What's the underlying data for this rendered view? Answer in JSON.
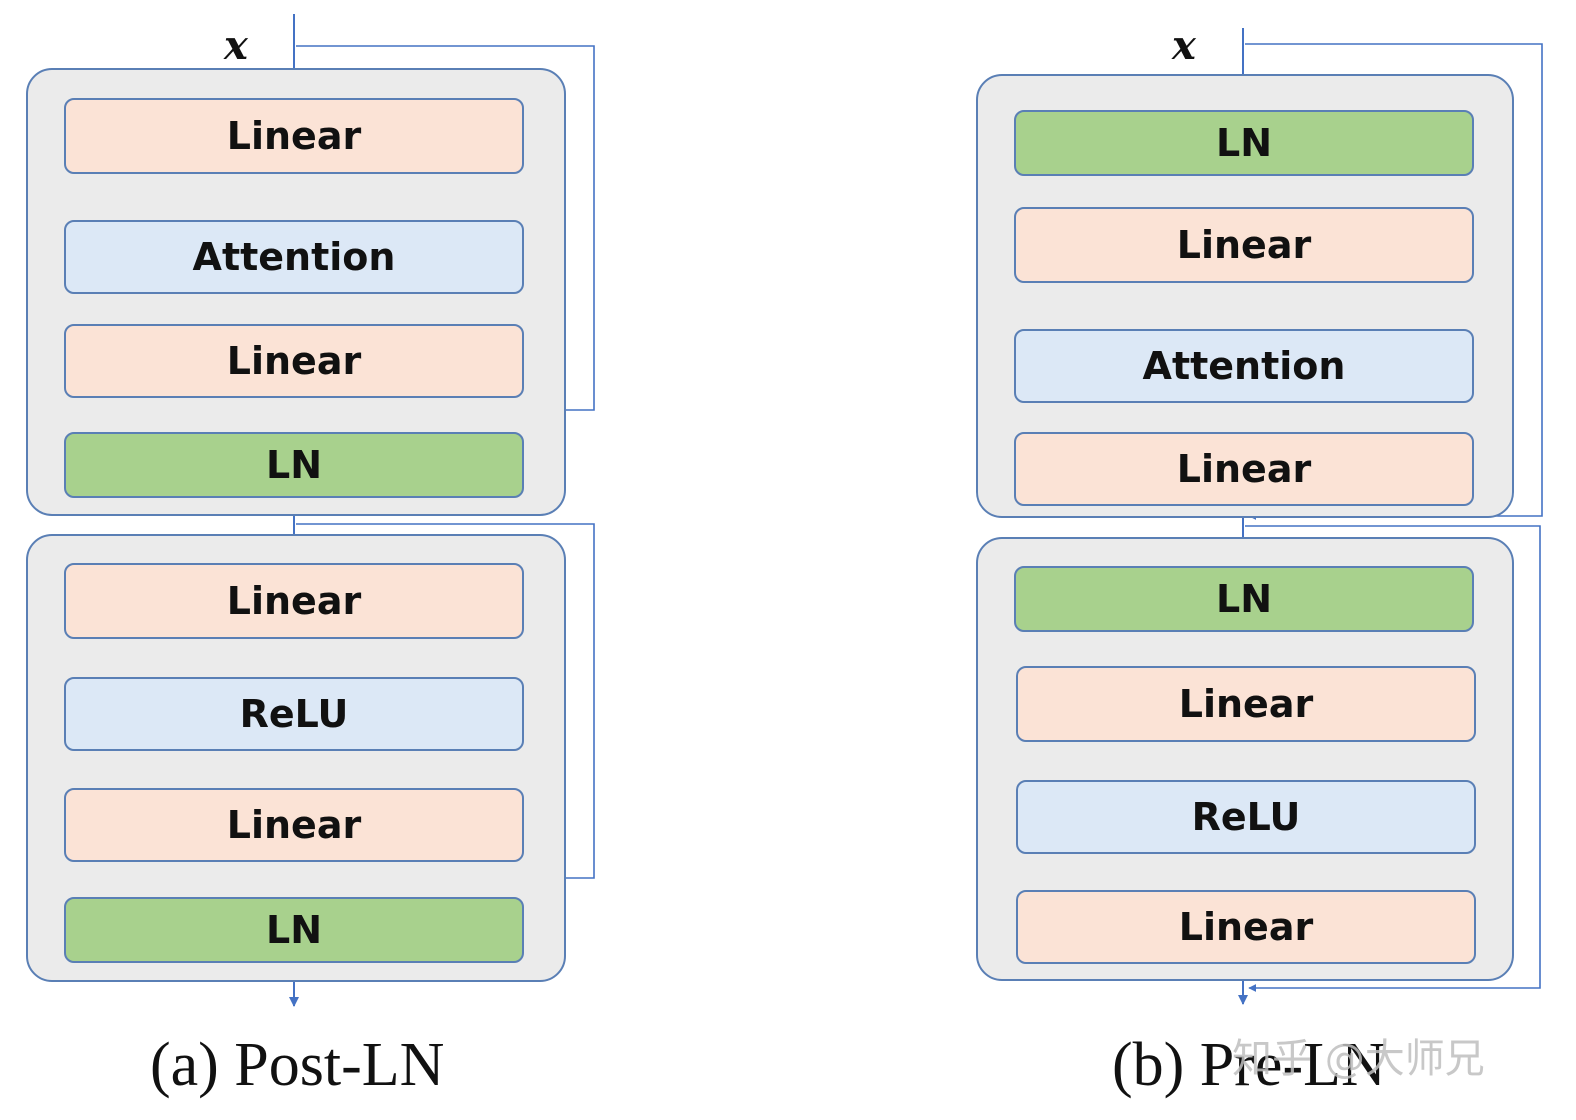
{
  "post_ln": {
    "input_label": "x",
    "caption": "(a) Post-LN",
    "block1": {
      "linear_top": "Linear",
      "attention": "Attention",
      "linear_bottom": "Linear",
      "ln": "LN"
    },
    "block2": {
      "linear_top": "Linear",
      "relu": "ReLU",
      "linear_bottom": "Linear",
      "ln": "LN"
    }
  },
  "pre_ln": {
    "input_label": "x",
    "caption": "(b) Pre-LN",
    "block1": {
      "ln": "LN",
      "linear_top": "Linear",
      "attention": "Attention",
      "linear_bottom": "Linear"
    },
    "block2": {
      "ln": "LN",
      "linear_top": "Linear",
      "relu": "ReLU",
      "linear_bottom": "Linear"
    }
  },
  "watermark": "知乎 @大师兄",
  "colors": {
    "linear": "#fbe3d6",
    "attention": "#dce8f6",
    "relu": "#dce8f6",
    "ln": "#a8d18d",
    "group": "#ebebeb",
    "wire": "#4472c4"
  }
}
